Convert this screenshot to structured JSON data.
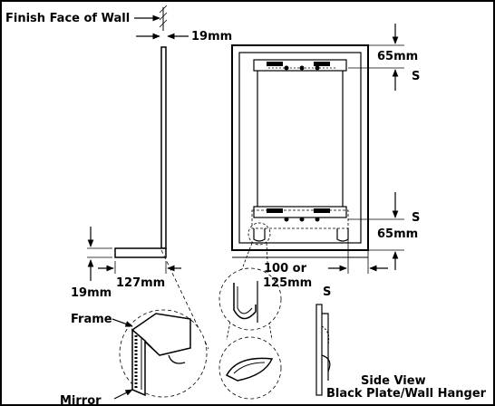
{
  "labels": {
    "finish_face": "Finish Face of Wall",
    "dim_19mm_top": "19mm",
    "dim_65mm_top": "65mm",
    "s_top": "S",
    "s_bottom": "S",
    "dim_65mm_bottom": "65mm",
    "dim_19mm_bottom": "19mm",
    "dim_127mm": "127mm",
    "dim_100_or": "100 or",
    "dim_125mm": "125mm",
    "s_below": "S",
    "frame": "Frame",
    "mirror": "Mirror",
    "side_view": "Side View",
    "side_view_sub": "Black Plate/Wall Hanger"
  }
}
